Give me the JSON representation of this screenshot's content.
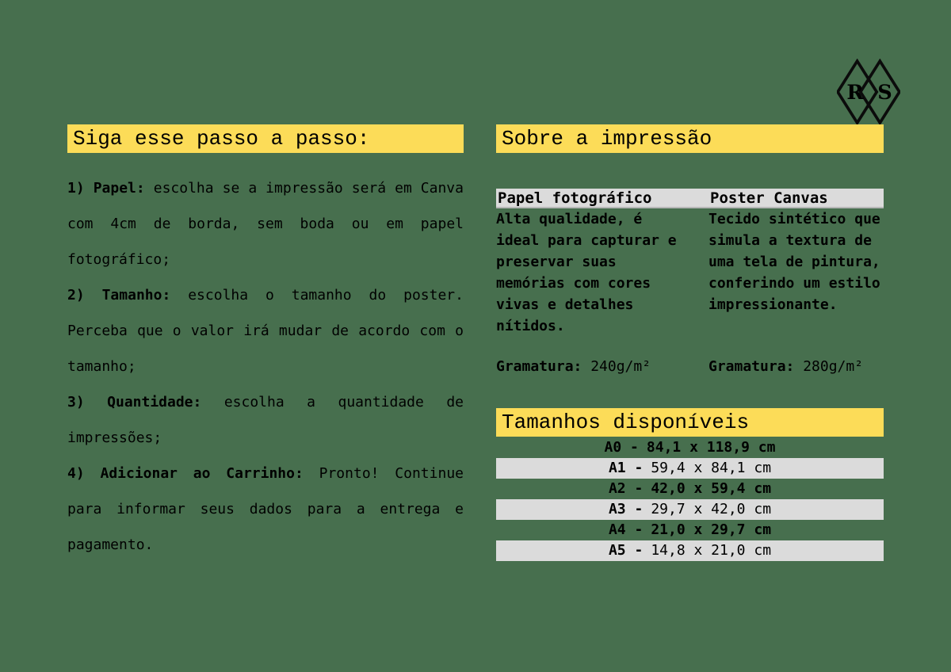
{
  "page": {
    "background_color": "#476F4E",
    "accent_yellow": "#FCDC58",
    "shade_gray": "#DBDBDB",
    "text_color": "#000000"
  },
  "logo": {
    "letter_left": "R",
    "letter_right": "S"
  },
  "left_section": {
    "header": "Siga esse passo a passo:",
    "steps": [
      {
        "prefix": "1) Papel:",
        "rest": " escolha se a impressão será em Canva",
        "line2": "com 4cm de borda, sem boda ou em papel",
        "line3": "fotográfico;"
      },
      {
        "prefix": "2) Tamanho:",
        "rest": " escolha o tamanho do poster.",
        "line2": "Perceba que o valor irá mudar de acordo com o",
        "line3": "tamanho;"
      },
      {
        "prefix": "3) Quantidade:",
        "rest": " escolha a quantidade de",
        "line2": "impressões;"
      },
      {
        "prefix": "4) Adicionar ao Carrinho:",
        "rest": " Pronto! Continue",
        "line2": "para informar seus dados para a entrega e",
        "line3": "pagamento."
      }
    ]
  },
  "about_section": {
    "header": "Sobre a impressão",
    "columns": [
      {
        "title": "Papel fotográfico",
        "lines": [
          "Alta qualidade, é",
          "ideal para capturar e",
          "preservar suas",
          "memórias com cores",
          "vivas e detalhes",
          "nítidos."
        ],
        "grammage_label": "Gramatura:",
        "grammage_value": " 240g/m²"
      },
      {
        "title": "Poster Canvas",
        "lines": [
          "Tecido sintético que",
          "simula a textura de",
          "uma tela de pintura,",
          "conferindo um estilo",
          "impressionante."
        ],
        "grammage_label": "Gramatura:",
        "grammage_value": " 280g/m²"
      }
    ]
  },
  "sizes_section": {
    "header": "Tamanhos disponíveis",
    "rows": [
      {
        "label": "A0 -",
        "dims": "84,1 x 118,9 cm"
      },
      {
        "label": "A1 -",
        "dims": "59,4 x 84,1 cm"
      },
      {
        "label": "A2 -",
        "dims": "42,0 x 59,4 cm"
      },
      {
        "label": "A3 -",
        "dims": "29,7 x 42,0 cm"
      },
      {
        "label": "A4 -",
        "dims": "21,0 x 29,7 cm"
      },
      {
        "label": "A5 -",
        "dims": "14,8 x 21,0 cm"
      }
    ]
  }
}
